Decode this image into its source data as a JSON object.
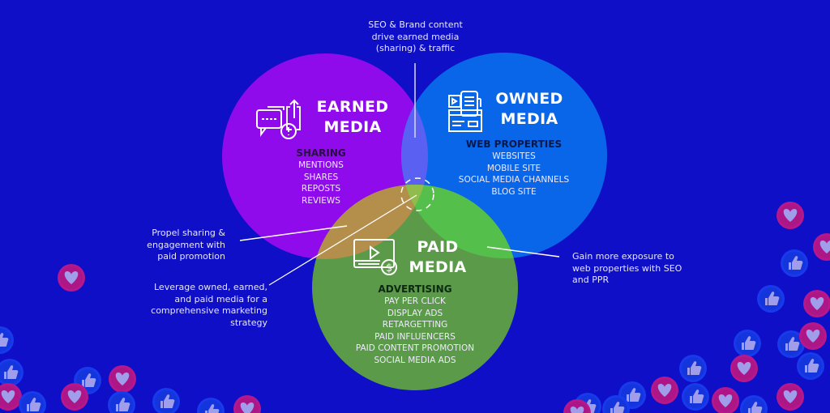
{
  "colors": {
    "background": "#0f0fc8",
    "earned": "#8f0bec",
    "owned": "#0a66e8",
    "paid": "#5a9a48",
    "earned_owned_overlap": "#5a60f2",
    "earned_paid_overlap": "#b48f4c",
    "owned_paid_overlap": "#55bf4c",
    "heart_badge": "#c01a8a",
    "like_badge": "#1a3ef0"
  },
  "circles": {
    "earned": {
      "icon": "chat-share-alert-icon",
      "title_line1": "EARNED",
      "title_line2": "MEDIA",
      "heading": "SHARING",
      "items": [
        "MENTIONS",
        "SHARES",
        "REPOSTS",
        "REVIEWS"
      ]
    },
    "owned": {
      "icon": "web-properties-devices-icon",
      "title_line1": "OWNED",
      "title_line2": "MEDIA",
      "heading": "WEB PROPERTIES",
      "items": [
        "WEBSITES",
        "MOBILE SITE",
        "SOCIAL MEDIA CHANNELS",
        "BLOG SITE"
      ]
    },
    "paid": {
      "icon": "video-dollar-icon",
      "title_line1": "PAID",
      "title_line2": "MEDIA",
      "heading": "ADVERTISING",
      "items": [
        "PAY PER CLICK",
        "DISPLAY ADS",
        "RETARGETTING",
        "PAID INFLUENCERS",
        "PAID CONTENT PROMOTION",
        "SOCIAL MEDIA ADS"
      ]
    }
  },
  "annotations": {
    "top": [
      "SEO & Brand content",
      "drive earned media",
      "(sharing) & traffic"
    ],
    "left_upper": [
      "Propel sharing &",
      "engagement with",
      "paid promotion"
    ],
    "left_lower": [
      "Leverage owned, earned,",
      "and paid media for a",
      "comprehensive marketing",
      "strategy"
    ],
    "right": [
      "Gain more exposure to",
      "web properties with SEO",
      "and PPR"
    ]
  },
  "decorations": {
    "badges": [
      "heart-badge-icon",
      "like-badge-icon"
    ]
  }
}
